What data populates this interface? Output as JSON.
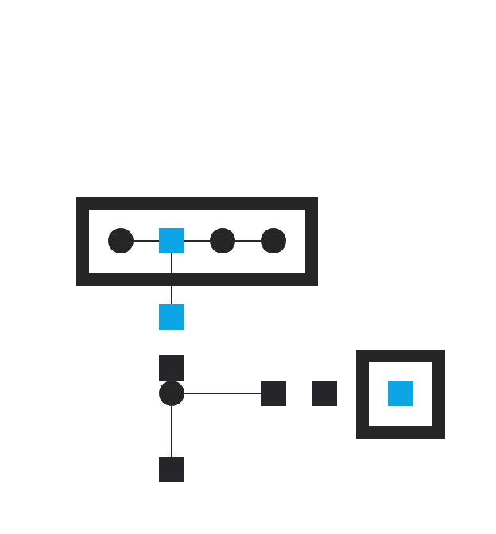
{
  "colors": {
    "background": "#ffffff",
    "dark": "#262628",
    "accent": "#0ea5e6",
    "line": "#262628"
  },
  "diagram": {
    "groups": [
      {
        "id": "group-top",
        "members": [
          "n1",
          "n2",
          "n3",
          "n4"
        ]
      },
      {
        "id": "group-right",
        "members": [
          "n10"
        ]
      }
    ],
    "nodes": [
      {
        "id": "n1",
        "shape": "circle",
        "color": "dark"
      },
      {
        "id": "n2",
        "shape": "square",
        "color": "accent"
      },
      {
        "id": "n3",
        "shape": "circle",
        "color": "dark"
      },
      {
        "id": "n4",
        "shape": "circle",
        "color": "dark"
      },
      {
        "id": "n5",
        "shape": "square",
        "color": "accent"
      },
      {
        "id": "n6",
        "shape": "square",
        "color": "dark"
      },
      {
        "id": "n7",
        "shape": "circle",
        "color": "dark"
      },
      {
        "id": "n8",
        "shape": "square",
        "color": "dark"
      },
      {
        "id": "n9",
        "shape": "square",
        "color": "dark"
      },
      {
        "id": "n10",
        "shape": "square",
        "color": "accent"
      },
      {
        "id": "n11",
        "shape": "square",
        "color": "dark"
      }
    ],
    "edges": [
      {
        "from": "n1",
        "to": "n2"
      },
      {
        "from": "n2",
        "to": "n3"
      },
      {
        "from": "n3",
        "to": "n4"
      },
      {
        "from": "n2",
        "to": "n5"
      },
      {
        "from": "n7",
        "to": "n8"
      },
      {
        "from": "n7",
        "to": "n11"
      }
    ]
  }
}
